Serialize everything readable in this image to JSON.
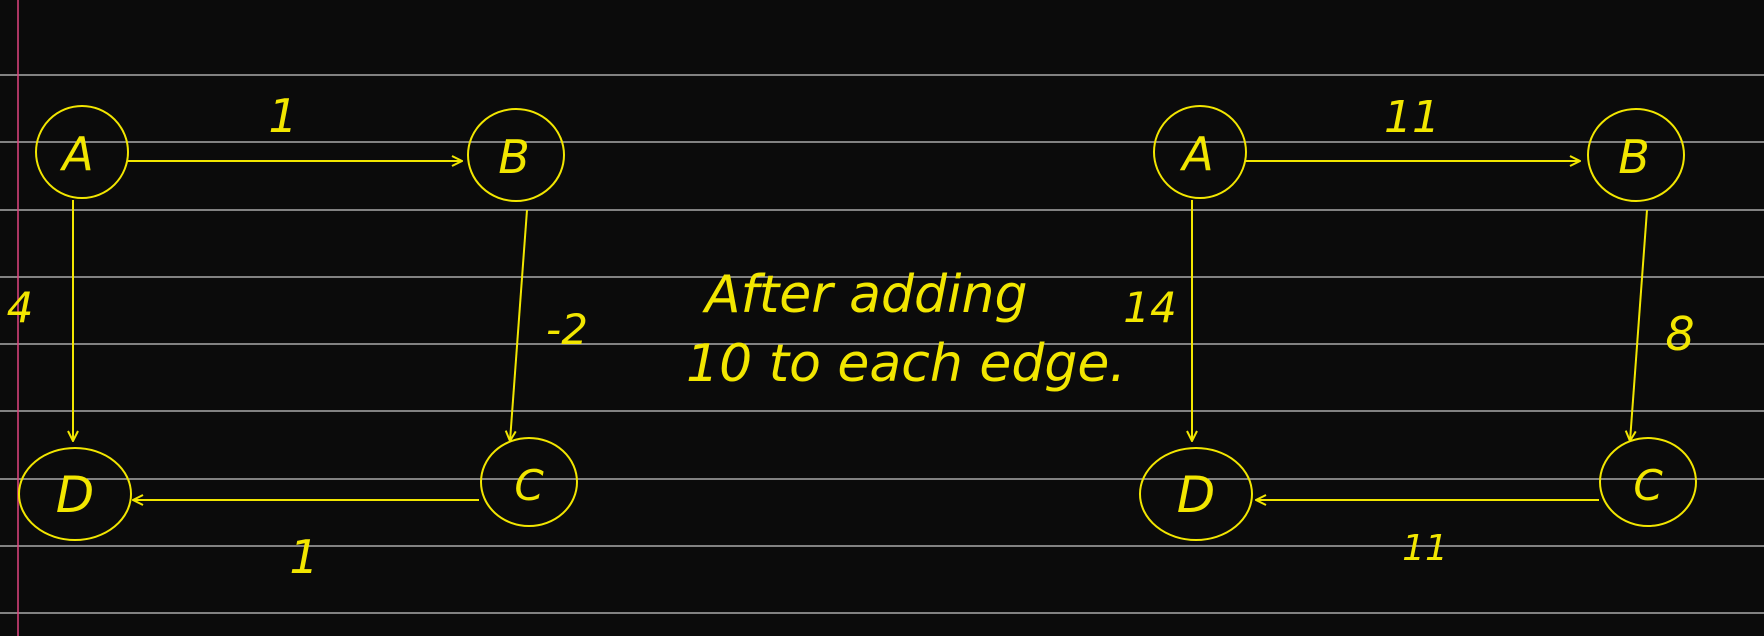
{
  "colors": {
    "background": "#0b0b0b",
    "ruled_line": "#c9c9c9",
    "margin_line": "#e0457f",
    "ink": "#f2e600"
  },
  "original_graph": {
    "nodes": {
      "A": "A",
      "B": "B",
      "C": "C",
      "D": "D"
    },
    "edges": {
      "a_b": "1",
      "a_d": "4",
      "b_c": "-2",
      "c_d": "1"
    }
  },
  "note": {
    "line1": "After adding",
    "line2": "10 to each edge."
  },
  "adjusted_graph": {
    "nodes": {
      "A": "A",
      "B": "B",
      "C": "C",
      "D": "D"
    },
    "edges": {
      "a_b": "11",
      "a_d": "14",
      "b_c": "8",
      "c_d": "11"
    }
  }
}
